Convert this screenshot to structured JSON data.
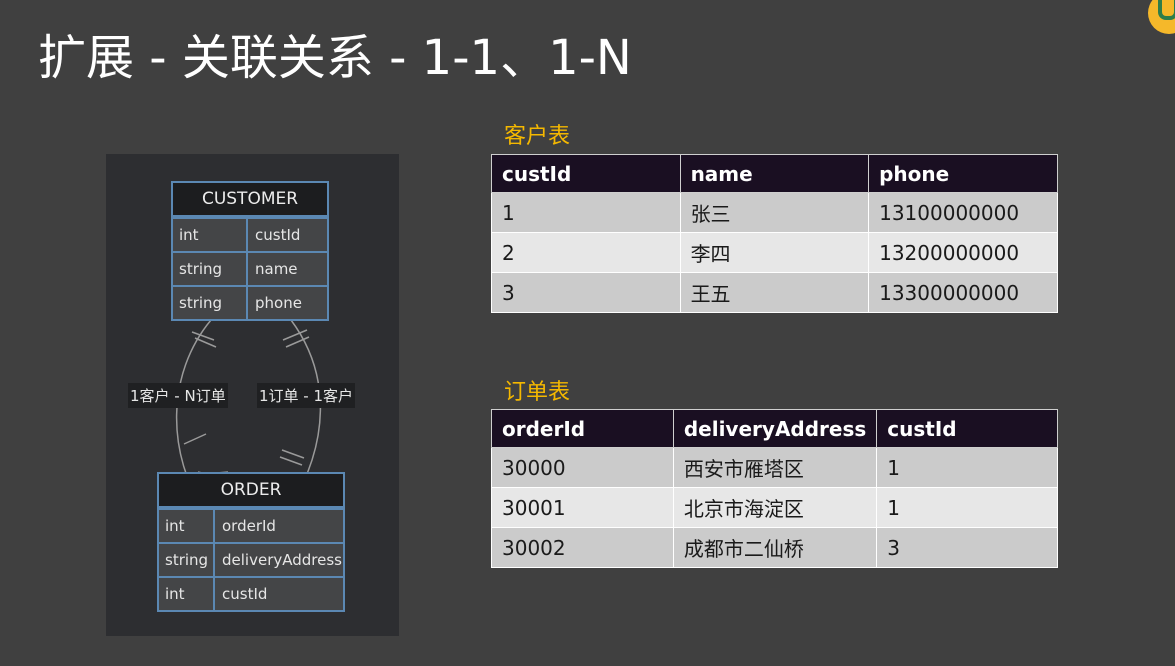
{
  "slide": {
    "title": "扩展 - 关联关系 - 1-1、1-N"
  },
  "er_diagram": {
    "customer": {
      "name": "CUSTOMER",
      "rows": [
        {
          "type": "int",
          "field": "custId"
        },
        {
          "type": "string",
          "field": "name"
        },
        {
          "type": "string",
          "field": "phone"
        }
      ]
    },
    "order": {
      "name": "ORDER",
      "rows": [
        {
          "type": "int",
          "field": "orderId"
        },
        {
          "type": "string",
          "field": "deliveryAddress"
        },
        {
          "type": "int",
          "field": "custId"
        }
      ]
    },
    "relations": {
      "left": "1客户 - N订单",
      "right": "1订单 - 1客户"
    }
  },
  "customer_table": {
    "caption": "客户表",
    "headers": [
      "custId",
      "name",
      "phone"
    ],
    "rows": [
      [
        "1",
        "张三",
        "13100000000"
      ],
      [
        "2",
        "李四",
        "13200000000"
      ],
      [
        "3",
        "王五",
        "13300000000"
      ]
    ]
  },
  "order_table": {
    "caption": "订单表",
    "headers": [
      "orderId",
      "deliveryAddress",
      "custId"
    ],
    "rows": [
      [
        "30000",
        "西安市雁塔区",
        "1"
      ],
      [
        "30001",
        "北京市海淀区",
        "1"
      ],
      [
        "30002",
        "成都市二仙桥",
        "3"
      ]
    ]
  },
  "colors": {
    "background": "#404040",
    "caption": "#f5b800",
    "header_bg": "#1a0f22",
    "entity_border": "#5b88b3"
  }
}
